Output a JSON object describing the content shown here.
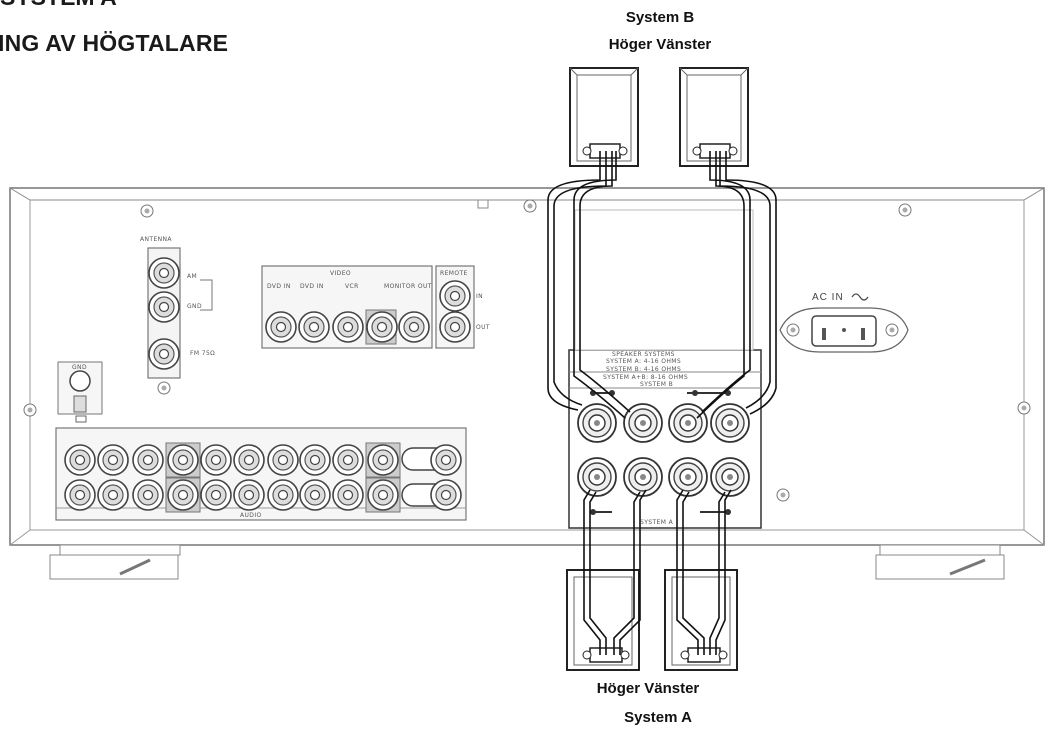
{
  "page": {
    "title_top": "SYSTEM A",
    "title": "ING AV HÖGTALARE"
  },
  "labels": {
    "system_b": "System B",
    "system_b_channels": "Höger Vänster",
    "system_a_channels": "Höger Vänster",
    "system_a": "System A",
    "antenna": "ANTENNA",
    "am": "AM",
    "gnd_ant": "GND",
    "fm": "FM 75Ω",
    "video": "VIDEO",
    "dvd_in": "DVD IN",
    "dvd_in2": "DVD IN",
    "vcr": "VCR",
    "monitor_out": "MONITOR OUT",
    "remote": "REMOTE",
    "in": "IN",
    "out": "OUT",
    "gnd_audio": "GND",
    "audio": "AUDIO",
    "ac_in": "AC IN",
    "speaker_title": "SPEAKER SYSTEMS",
    "speaker_line1": "SYSTEM A: 4-16 OHMS",
    "speaker_line2": "SYSTEM B: 4-16 OHMS",
    "speaker_line3": "SYSTEM A+B: 8-16 OHMS",
    "system_b_term": "SYSTEM B",
    "system_a_term": "SYSTEM A"
  }
}
